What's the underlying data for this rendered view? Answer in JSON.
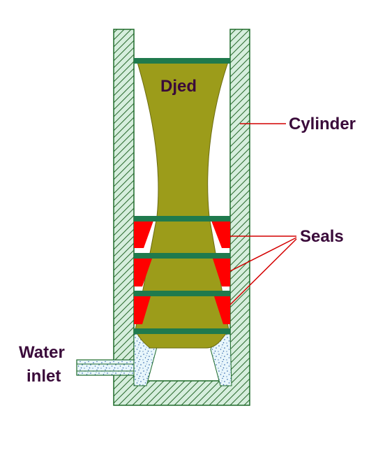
{
  "labels": {
    "djed": "Djed",
    "cylinder": "Cylinder",
    "seals": "Seals",
    "water_inlet_line1": "Water",
    "water_inlet_line2": "inlet"
  },
  "colors": {
    "background": "#ffffff",
    "cylinder_wall": "#d6eedd",
    "hatch_line": "#2a6a2e",
    "outline": "#1e6b2a",
    "djed_body": "#9c9c1a",
    "plate": "#1f7a4d",
    "seal": "#ff0000",
    "water": "#e8f6fb",
    "water_speckle": "#2a5fa8",
    "label_text": "#3a0a3a",
    "leader_line": "#d40000"
  }
}
